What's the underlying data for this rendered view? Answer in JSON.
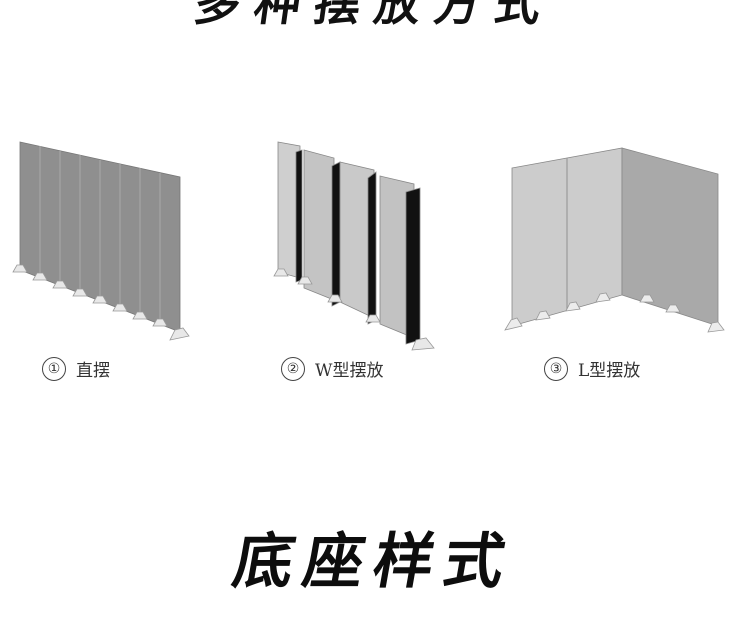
{
  "header": {
    "title": "多种摆放方式"
  },
  "options": [
    {
      "number": "①",
      "label": "直摆"
    },
    {
      "number": "②",
      "label": "W型摆放"
    },
    {
      "number": "③",
      "label": "L型摆放"
    }
  ],
  "section": {
    "title": "底座样式"
  },
  "colors": {
    "panel_dark": "#8f8f8f",
    "panel_light": "#c9c9c9",
    "gap": "#111111"
  }
}
